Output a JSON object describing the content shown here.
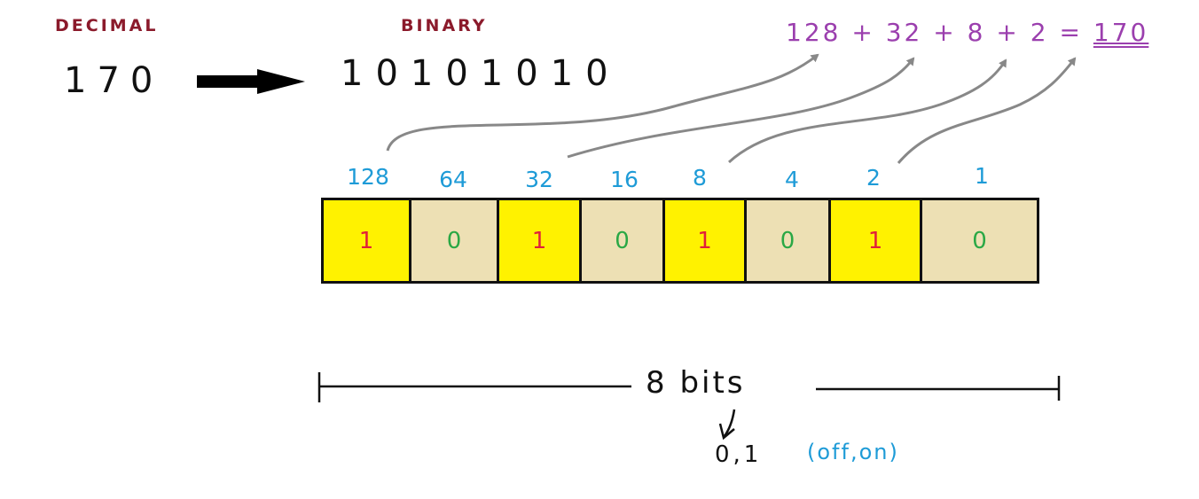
{
  "headers": {
    "decimal": "DECIMAL",
    "binary": "BINARY"
  },
  "conversion": {
    "decimal_value": "170",
    "binary_value": "10101010"
  },
  "equation": {
    "terms": [
      "128",
      "32",
      "8",
      "2"
    ],
    "plus": "+",
    "equals": "=",
    "result": "170"
  },
  "register": {
    "cells": [
      {
        "place": "128",
        "bit": "1"
      },
      {
        "place": "64",
        "bit": "0"
      },
      {
        "place": "32",
        "bit": "1"
      },
      {
        "place": "16",
        "bit": "0"
      },
      {
        "place": "8",
        "bit": "1"
      },
      {
        "place": "4",
        "bit": "0"
      },
      {
        "place": "2",
        "bit": "1"
      },
      {
        "place": "1",
        "bit": "0"
      }
    ]
  },
  "size": {
    "label": "8 bits",
    "values": "0,1",
    "meaning": "(off,on)"
  },
  "colors": {
    "on_fill": "#fff200",
    "off_fill": "#ede0b4",
    "on_digit": "#e0203a",
    "off_digit": "#2aa845",
    "header": "#8b1a2b",
    "place": "#1e9bd7",
    "equation": "#9b3fae",
    "arrows": "#888888"
  }
}
